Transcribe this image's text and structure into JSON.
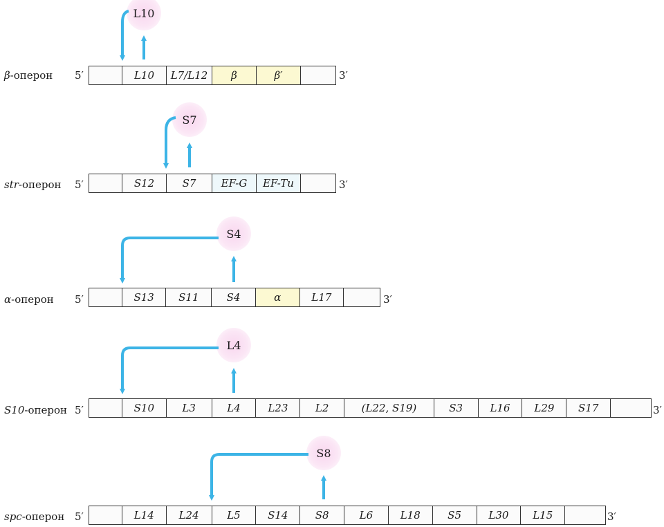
{
  "arrow_color": "#3cb4e6",
  "operons": [
    {
      "name_italic": "β",
      "name_plain": "-оперон",
      "five_prime": "5′",
      "three_prime": "3′",
      "protein": "L10",
      "genes": [
        {
          "label": "",
          "fill": "none"
        },
        {
          "label": "L10",
          "fill": "none"
        },
        {
          "label": "L7/L12",
          "fill": "none"
        },
        {
          "label": "β",
          "fill": "yellow"
        },
        {
          "label": "β′",
          "fill": "yellow"
        },
        {
          "label": "",
          "fill": "none"
        }
      ]
    },
    {
      "name_italic": "str",
      "name_plain": "-оперон",
      "five_prime": "5′",
      "three_prime": "3′",
      "protein": "S7",
      "genes": [
        {
          "label": "",
          "fill": "none"
        },
        {
          "label": "S12",
          "fill": "none"
        },
        {
          "label": "S7",
          "fill": "none"
        },
        {
          "label": "EF-G",
          "fill": "cyan"
        },
        {
          "label": "EF-Tu",
          "fill": "cyan"
        },
        {
          "label": "",
          "fill": "none"
        }
      ]
    },
    {
      "name_italic": "α",
      "name_plain": "-оперон",
      "five_prime": "5′",
      "three_prime": "3′",
      "protein": "S4",
      "genes": [
        {
          "label": "",
          "fill": "none"
        },
        {
          "label": "S13",
          "fill": "none"
        },
        {
          "label": "S11",
          "fill": "none"
        },
        {
          "label": "S4",
          "fill": "none"
        },
        {
          "label": "α",
          "fill": "yellow"
        },
        {
          "label": "L17",
          "fill": "none"
        },
        {
          "label": "",
          "fill": "none"
        }
      ]
    },
    {
      "name_italic": "S10",
      "name_plain": "-оперон",
      "five_prime": "5′",
      "three_prime": "3′",
      "protein": "L4",
      "genes": [
        {
          "label": "",
          "fill": "none"
        },
        {
          "label": "S10",
          "fill": "none"
        },
        {
          "label": "L3",
          "fill": "none"
        },
        {
          "label": "L4",
          "fill": "none"
        },
        {
          "label": "L23",
          "fill": "none"
        },
        {
          "label": "L2",
          "fill": "none"
        },
        {
          "label": "(L22, S19)",
          "fill": "none"
        },
        {
          "label": "S3",
          "fill": "none"
        },
        {
          "label": "L16",
          "fill": "none"
        },
        {
          "label": "L29",
          "fill": "none"
        },
        {
          "label": "S17",
          "fill": "none"
        },
        {
          "label": "",
          "fill": "none"
        }
      ]
    },
    {
      "name_italic": "spc",
      "name_plain": "-оперон",
      "five_prime": "5′",
      "three_prime": "3′",
      "protein": "S8",
      "genes": [
        {
          "label": "",
          "fill": "none"
        },
        {
          "label": "L14",
          "fill": "none"
        },
        {
          "label": "L24",
          "fill": "none"
        },
        {
          "label": "L5",
          "fill": "none"
        },
        {
          "label": "S14",
          "fill": "none"
        },
        {
          "label": "S8",
          "fill": "none"
        },
        {
          "label": "L6",
          "fill": "none"
        },
        {
          "label": "L18",
          "fill": "none"
        },
        {
          "label": "S5",
          "fill": "none"
        },
        {
          "label": "L30",
          "fill": "none"
        },
        {
          "label": "L15",
          "fill": "none"
        },
        {
          "label": "",
          "fill": "none"
        }
      ]
    }
  ]
}
